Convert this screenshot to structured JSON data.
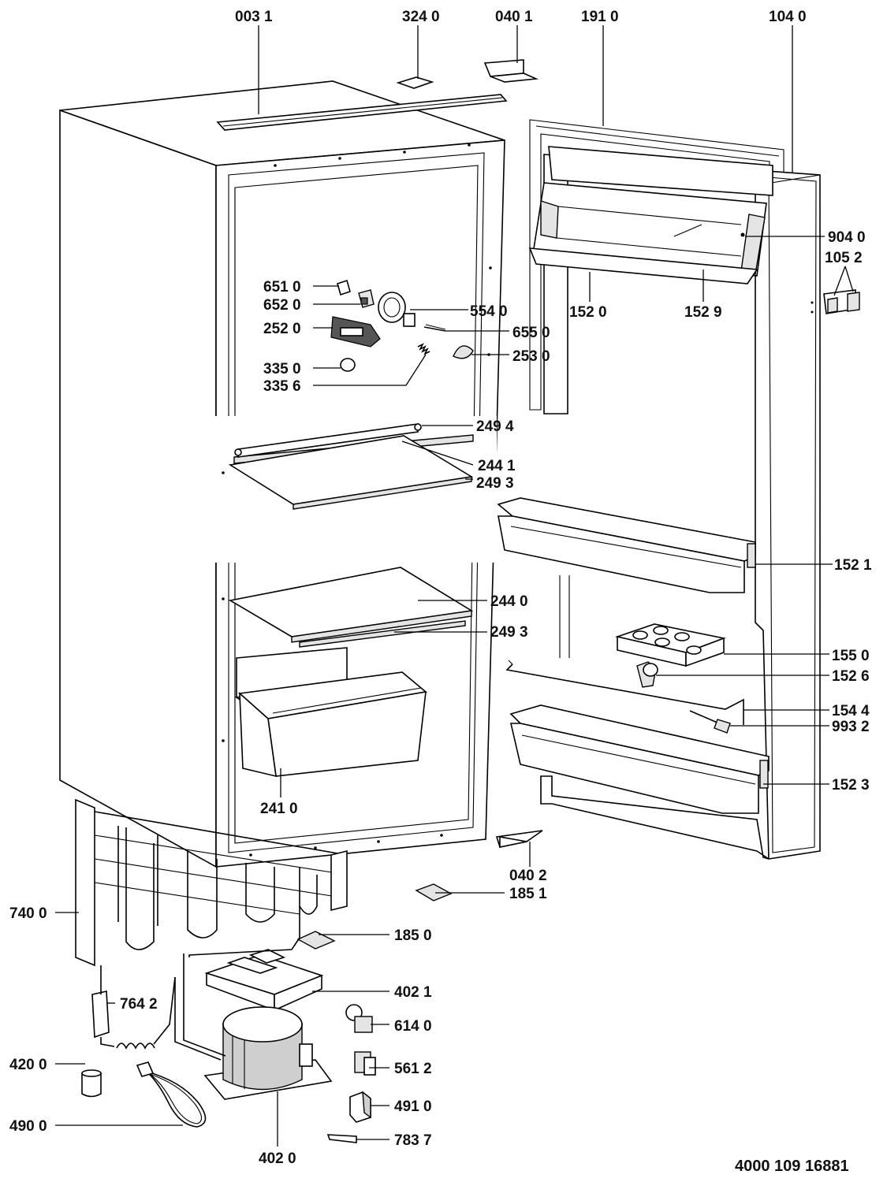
{
  "diagram": {
    "reference_number": "4000 109 16881",
    "part_labels": {
      "p0031": "003 1",
      "p3240": "324 0",
      "p0401": "040 1",
      "p1910": "191 0",
      "p1040": "104 0",
      "p9040": "904 0",
      "p1052": "105 2",
      "p6510": "651 0",
      "p6520": "652 0",
      "p5540": "554 0",
      "p2520": "252 0",
      "p6550": "655 0",
      "p2530": "253 0",
      "p3350": "335 0",
      "p3356": "335 6",
      "p1520": "152 0",
      "p1529": "152 9",
      "p2494": "249 4",
      "p2441": "244 1",
      "p2493a": "249 3",
      "p1521": "152 1",
      "p2440": "244 0",
      "p2493b": "249 3",
      "p1550": "155 0",
      "p1526": "152 6",
      "p1544": "154 4",
      "p9932": "993 2",
      "p1523": "152 3",
      "p2410": "241 0",
      "p0402": "040 2",
      "p1851": "185 1",
      "p7400": "740 0",
      "p1850": "185 0",
      "p4021": "402 1",
      "p7642": "764 2",
      "p6140": "614 0",
      "p4200": "420 0",
      "p5612": "561 2",
      "p4910": "491 0",
      "p4900": "490 0",
      "p7837": "783 7",
      "p4020": "402 0"
    }
  }
}
